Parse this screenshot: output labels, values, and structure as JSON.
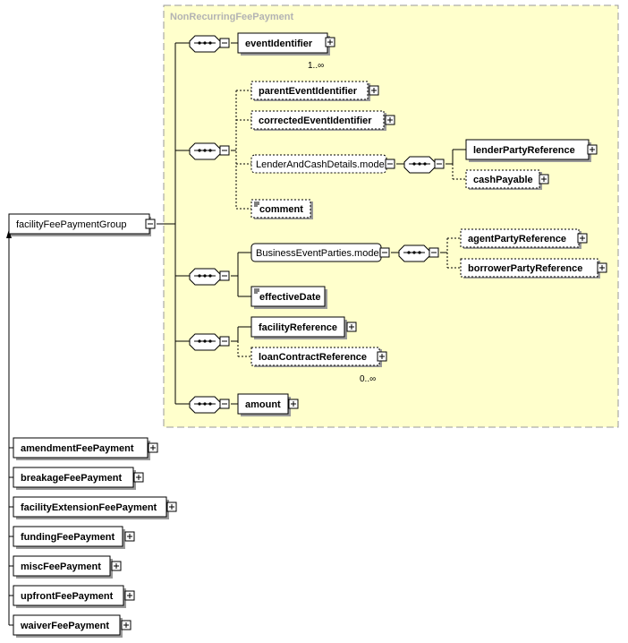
{
  "group": {
    "title": "NonRecurringFeePayment"
  },
  "root": {
    "label": "facilityFeePaymentGroup"
  },
  "elements": {
    "eventIdentifier": "eventIdentifier",
    "eventIdentifier_card": "1..∞",
    "parentEventIdentifier": "parentEventIdentifier",
    "correctedEventIdentifier": "correctedEventIdentifier",
    "lenderAndCashDetails": "LenderAndCashDetails.model",
    "lenderPartyReference": "lenderPartyReference",
    "cashPayable": "cashPayable",
    "comment": "comment",
    "businessEventParties": "BusinessEventParties.model",
    "agentPartyReference": "agentPartyReference",
    "borrowerPartyReference": "borrowerPartyReference",
    "effectiveDate": "effectiveDate",
    "facilityReference": "facilityReference",
    "loanContractReference": "loanContractReference",
    "loanContractReference_card": "0..∞",
    "amount": "amount"
  },
  "derived": [
    "amendmentFeePayment",
    "breakageFeePayment",
    "facilityExtensionFeePayment",
    "fundingFeePayment",
    "miscFeePayment",
    "upfrontFeePayment",
    "waiverFeePayment"
  ],
  "colors": {
    "group_fill": "#ffffcc",
    "group_border": "#999999",
    "box_fill": "#ffffff",
    "shadow": "#999999"
  }
}
